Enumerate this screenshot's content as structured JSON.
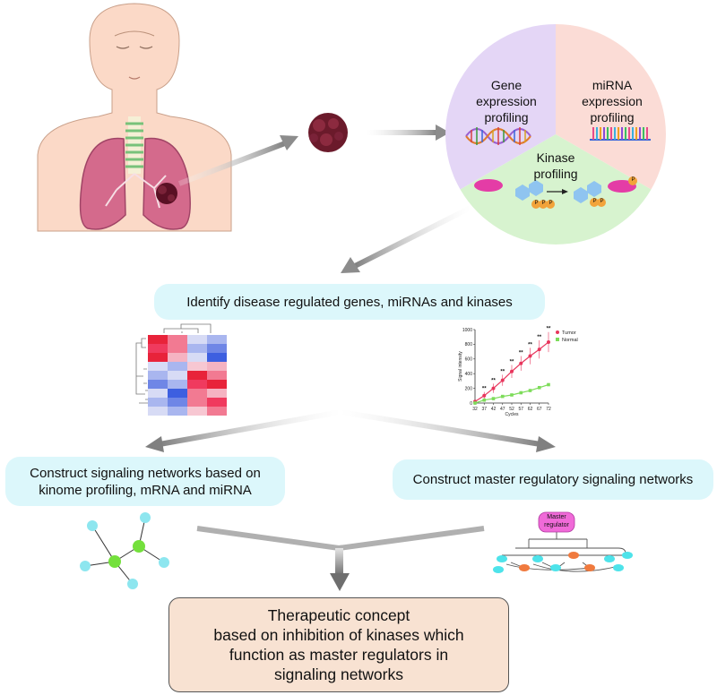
{
  "pie": {
    "gene_lines": [
      "Gene",
      "expression",
      "profiling"
    ],
    "mirna_lines": [
      "miRNA",
      "expression",
      "profiling"
    ],
    "kinase_lines": [
      "Kinase",
      "profiling"
    ],
    "phospho_label": "P"
  },
  "boxes": {
    "identify": "Identify disease regulated genes, miRNAs and kinases",
    "left_network_lines": [
      "Construct signaling networks based on",
      "kinome profiling, mRNA and miRNA"
    ],
    "right_network": "Construct master regulatory signaling networks",
    "final_lines": [
      "Therapeutic concept",
      "based on inhibition of kinases which",
      "function as master regulators in",
      "signaling networks"
    ]
  },
  "master_node": [
    "Master",
    "regulator"
  ],
  "chart_data": {
    "type": "line",
    "xlabel": "Cycles",
    "ylabel": "Signal intensity",
    "x": [
      32,
      37,
      42,
      47,
      52,
      57,
      62,
      67,
      72
    ],
    "xlim": [
      32,
      72
    ],
    "ylim": [
      0,
      1000
    ],
    "yticks": [
      0,
      200,
      400,
      600,
      800,
      1000
    ],
    "series": [
      {
        "name": "Tumor",
        "color": "#e8365d",
        "values": [
          20,
          100,
          200,
          310,
          430,
          540,
          640,
          730,
          830
        ]
      },
      {
        "name": "Normal",
        "color": "#7ddc5a",
        "values": [
          0,
          40,
          60,
          90,
          110,
          140,
          170,
          210,
          250
        ]
      }
    ],
    "significance_marker": "**",
    "legend": "top-right"
  },
  "colors": {
    "pie_gene": "#e4d6f6",
    "pie_mirna": "#fbdcd6",
    "pie_kinase": "#d7f3cf",
    "pill": "#dcf7fb",
    "final_box": "#f8e2d2",
    "arrow": "#8c8c8c"
  }
}
